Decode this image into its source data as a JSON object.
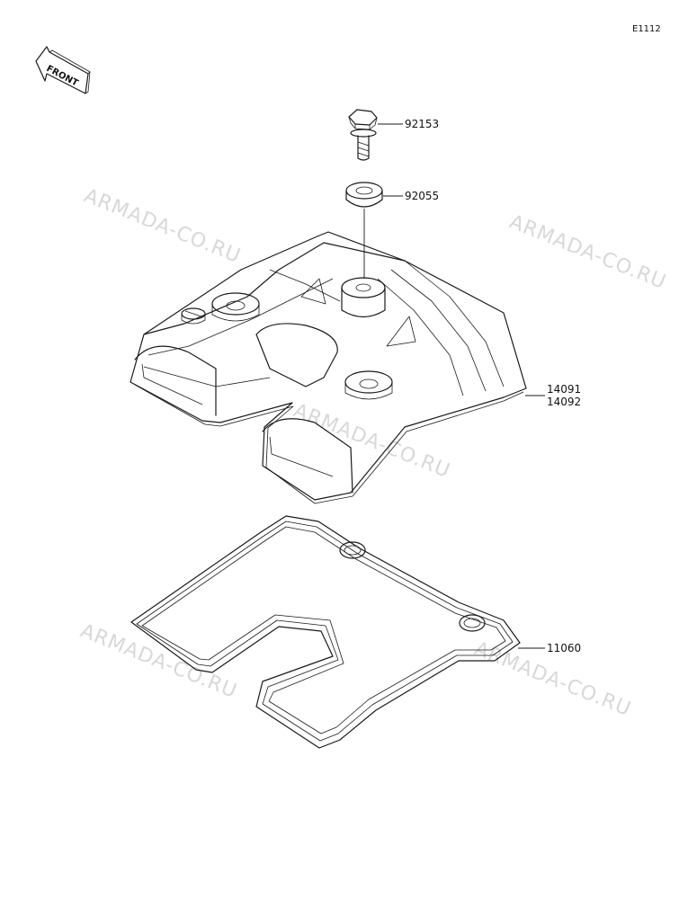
{
  "diagram_code": "E1112",
  "front_arrow": {
    "label": "FRONT",
    "icon": "front-arrow-icon"
  },
  "watermark": "ARMADA-CO.RU",
  "parts": {
    "bolt": "92153",
    "washer": "92055",
    "cover_a": "14091",
    "cover_b": "14092",
    "gasket": "11060"
  },
  "colors": {
    "line": "#1a1a1a",
    "watermark": "#d8d8d8",
    "background": "#ffffff"
  }
}
